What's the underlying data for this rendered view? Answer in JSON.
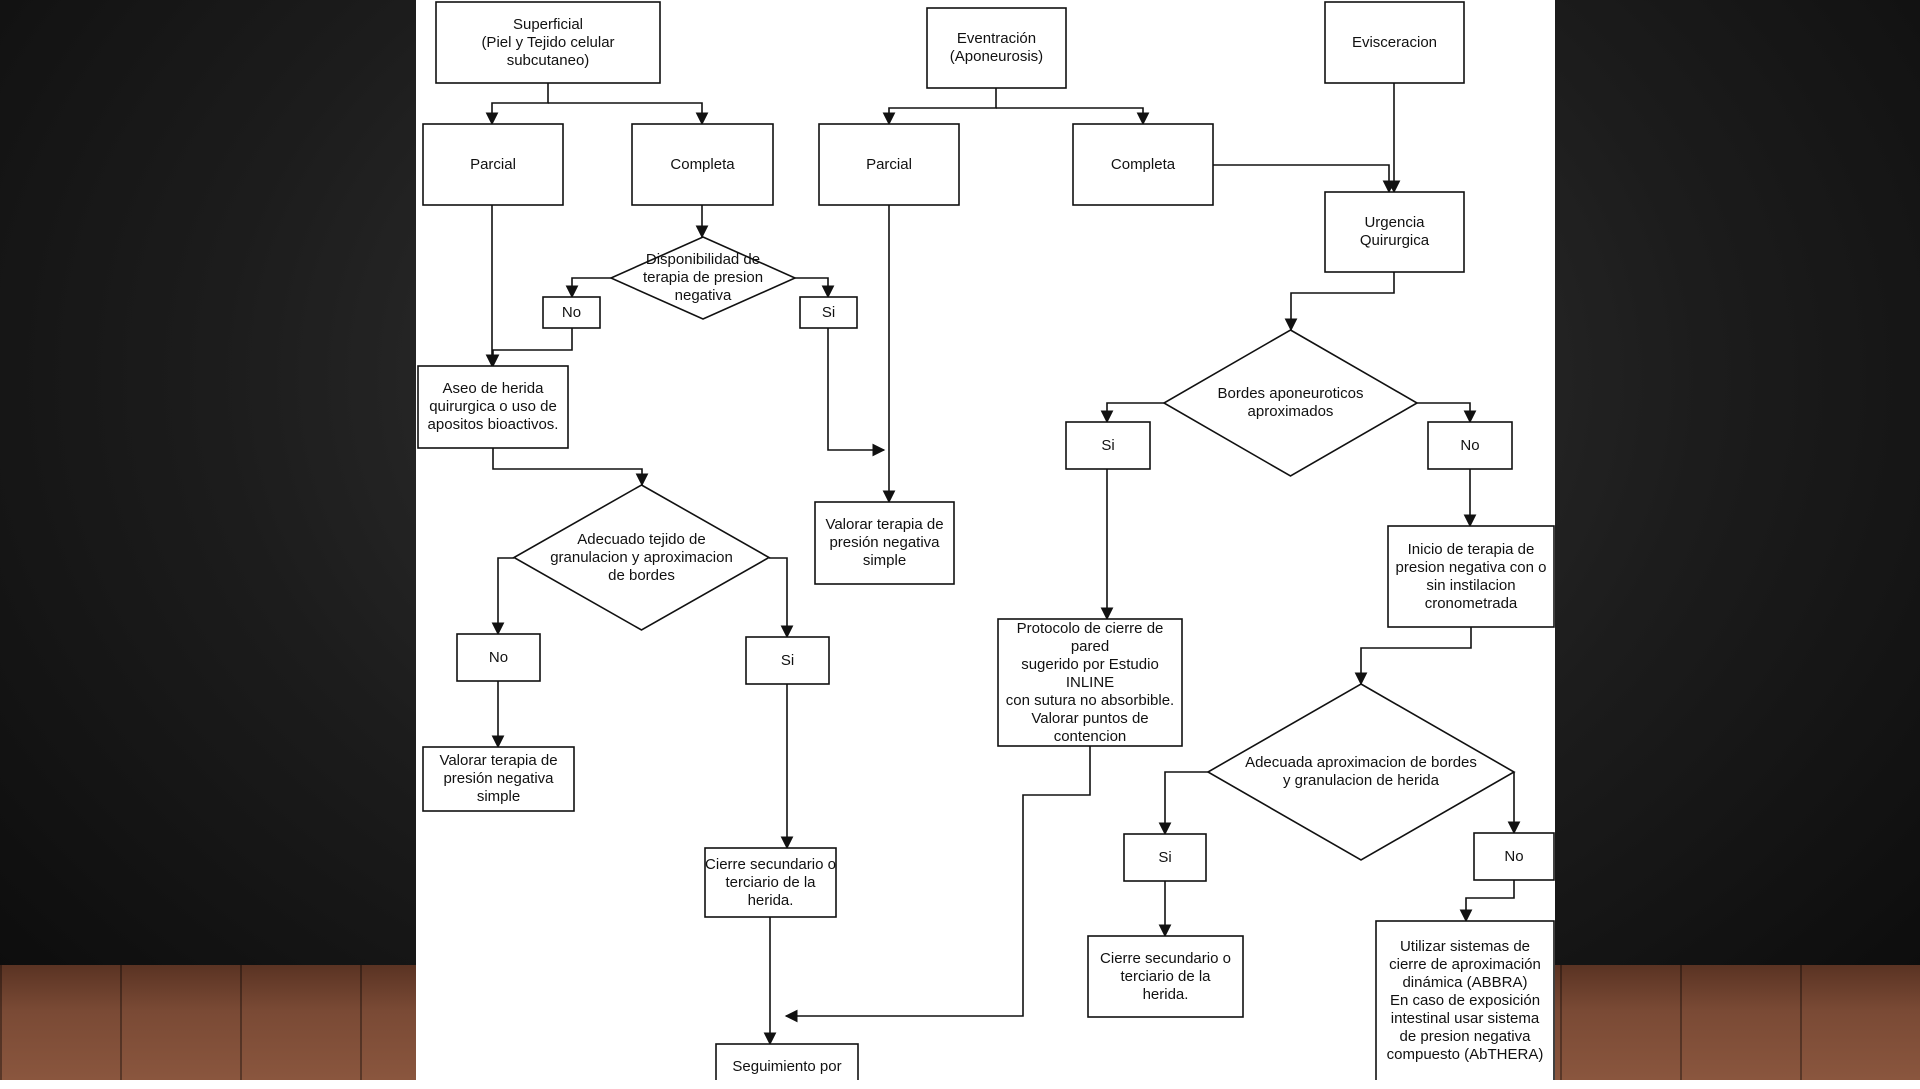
{
  "flowchart": {
    "nodes": {
      "superficial": "Superficial\n(Piel y Tejido celular\nsubcutaneo)",
      "eventracion": "Eventración\n(Aponeurosis)",
      "evisceracion": "Evisceracion",
      "parcial_1": "Parcial",
      "completa_1": "Completa",
      "parcial_2": "Parcial",
      "completa_2": "Completa",
      "urgencia": "Urgencia\nQuirurgica",
      "disponibilidad": "Disponibilidad de\nterapia de presion\nnegativa",
      "no_1": "No",
      "si_1": "Si",
      "aseo": "Aseo de herida\nquirurgica o uso de\napositos bioactivos.",
      "bordes_apo": "Bordes aponeuroticos\naproximados",
      "si_2": "Si",
      "no_2": "No",
      "adecuado": "Adecuado tejido de\ngranulacion y aproximacion\nde bordes",
      "valorar_1": "Valorar terapia de\npresión negativa\nsimple",
      "inicio_terapia": "Inicio de terapia de\npresion negativa con o\nsin instilacion\ncronometrada",
      "no_3": "No",
      "si_3": "Si",
      "protocolo": "Protocolo de cierre de pared\nsugerido por Estudio INLINE\ncon sutura no absorbible.\nValorar puntos de contencion",
      "valorar_2": "Valorar terapia de\npresión negativa\nsimple",
      "adecuada_aprox": "Adecuada aproximacion de bordes\ny granulacion de herida",
      "cierre_1": "Cierre secundario o\nterciario de la herida.",
      "si_4": "Si",
      "no_4": "No",
      "cierre_2": "Cierre secundario o\nterciario de la\nherida.",
      "utilizar": "Utilizar sistemas de\ncierre de aproximación\ndinámica (ABBRA)\nEn caso de exposición\nintestinal usar sistema\nde presion negativa\ncompuesto (AbTHERA)",
      "seguimiento": "Seguimiento por"
    }
  }
}
